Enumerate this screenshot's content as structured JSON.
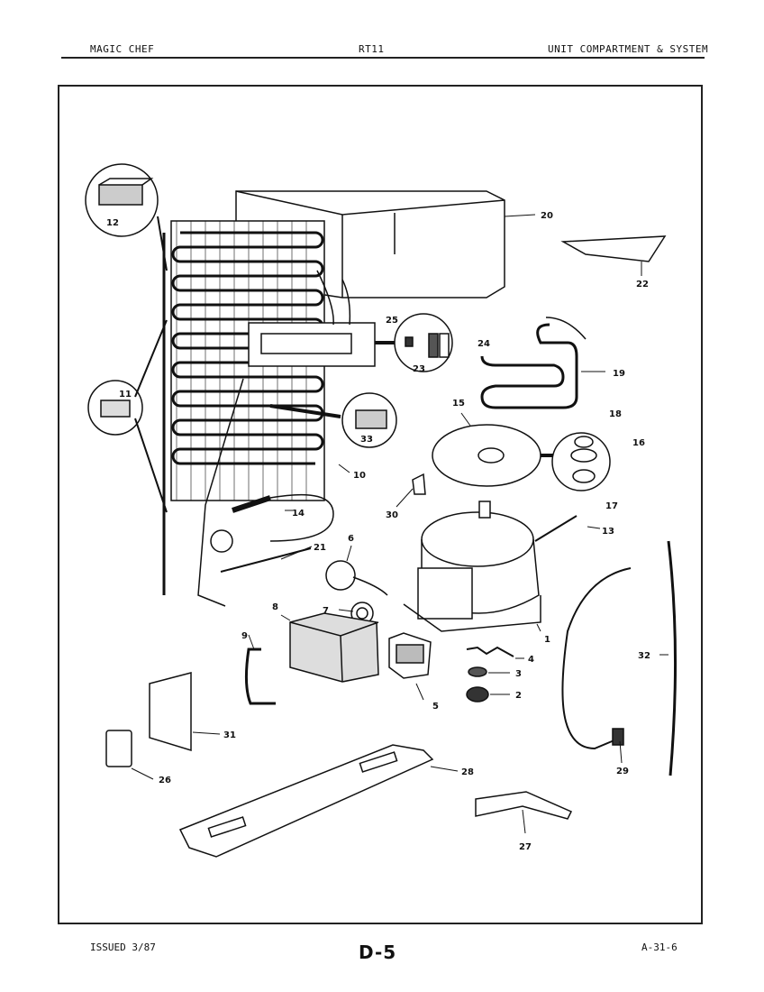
{
  "header": {
    "brand": "MAGIC CHEF",
    "model": "RT11",
    "section": "UNIT COMPARTMENT & SYSTEM"
  },
  "footer": {
    "issued": "ISSUED 3/87",
    "page": "D-5",
    "code": "A-31-6"
  },
  "callouts": [
    "1",
    "2",
    "3",
    "4",
    "5",
    "6",
    "7",
    "8",
    "9",
    "10",
    "11",
    "12",
    "13",
    "14",
    "15",
    "16",
    "17",
    "18",
    "19",
    "20",
    "21",
    "22",
    "23",
    "24",
    "25",
    "26",
    "27",
    "28",
    "29",
    "30",
    "31",
    "32",
    "33"
  ]
}
